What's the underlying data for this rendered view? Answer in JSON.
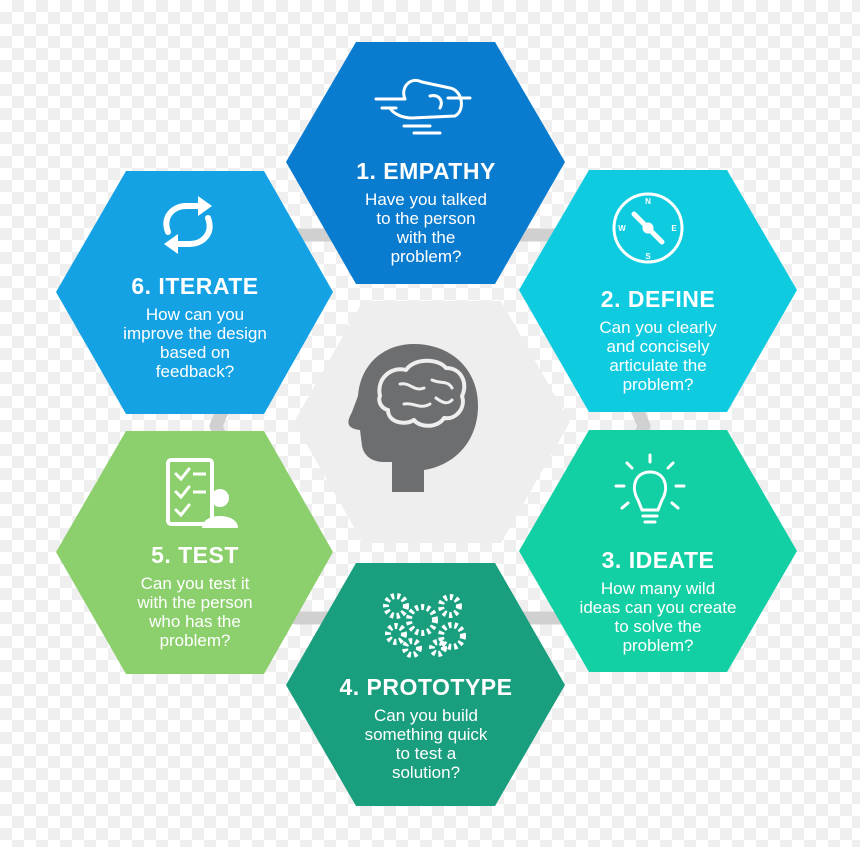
{
  "steps": [
    {
      "title": "1. EMPATHY",
      "text": "Have you talked\nto the person\nwith the\nproblem?",
      "color": "#0a7ccf",
      "icon": "hand-icon"
    },
    {
      "title": "2. DEFINE",
      "text": "Can you clearly\nand concisely\narticulate the\nproblem?",
      "color": "#0fcbe0",
      "icon": "compass-icon"
    },
    {
      "title": "3. IDEATE",
      "text": "How many wild\nideas can you create\nto solve the\nproblem?",
      "color": "#13cfa4",
      "icon": "lightbulb-icon"
    },
    {
      "title": "4. PROTOTYPE",
      "text": "Can you build\nsomething quick\nto test a\nsolution?",
      "color": "#199e7e",
      "icon": "gears-icon"
    },
    {
      "title": "5. TEST",
      "text": "Can you test it\nwith the person\nwho has the\nproblem?",
      "color": "#8ccf6d",
      "icon": "checklist-person-icon"
    },
    {
      "title": "6. ITERATE",
      "text": "How can you\nimprove the design\nbased on\nfeedback?",
      "color": "#14a2e4",
      "icon": "refresh-arrows-icon"
    }
  ],
  "center": {
    "icon": "head-brain-icon",
    "color": "#eeeeee"
  }
}
